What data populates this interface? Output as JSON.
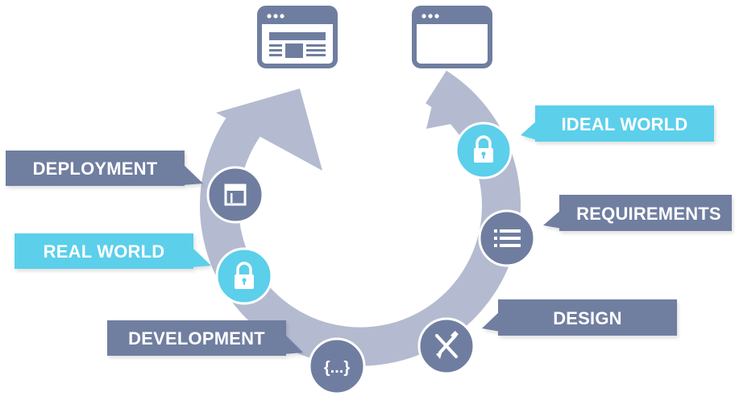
{
  "labels": {
    "ideal_world": "IDEAL WORLD",
    "requirements": "REQUIREMENTS",
    "design": "DESIGN",
    "development": "DEVELOPMENT",
    "real_world": "REAL WORLD",
    "deployment": "DEPLOYMENT"
  },
  "icons": {
    "ideal_world": "lock-icon",
    "requirements": "list-icon",
    "design": "design-tools-icon",
    "development": "code-braces-icon",
    "real_world": "lock-icon",
    "deployment": "layout-icon",
    "top_left": "browser-window-content-icon",
    "top_right": "browser-window-empty-icon"
  },
  "code_glyph": "{...}",
  "colors": {
    "dark_slate": "#6f7ea0",
    "ring": "#b4bbd0",
    "light_blue": "#5ccfeb",
    "white": "#ffffff"
  }
}
